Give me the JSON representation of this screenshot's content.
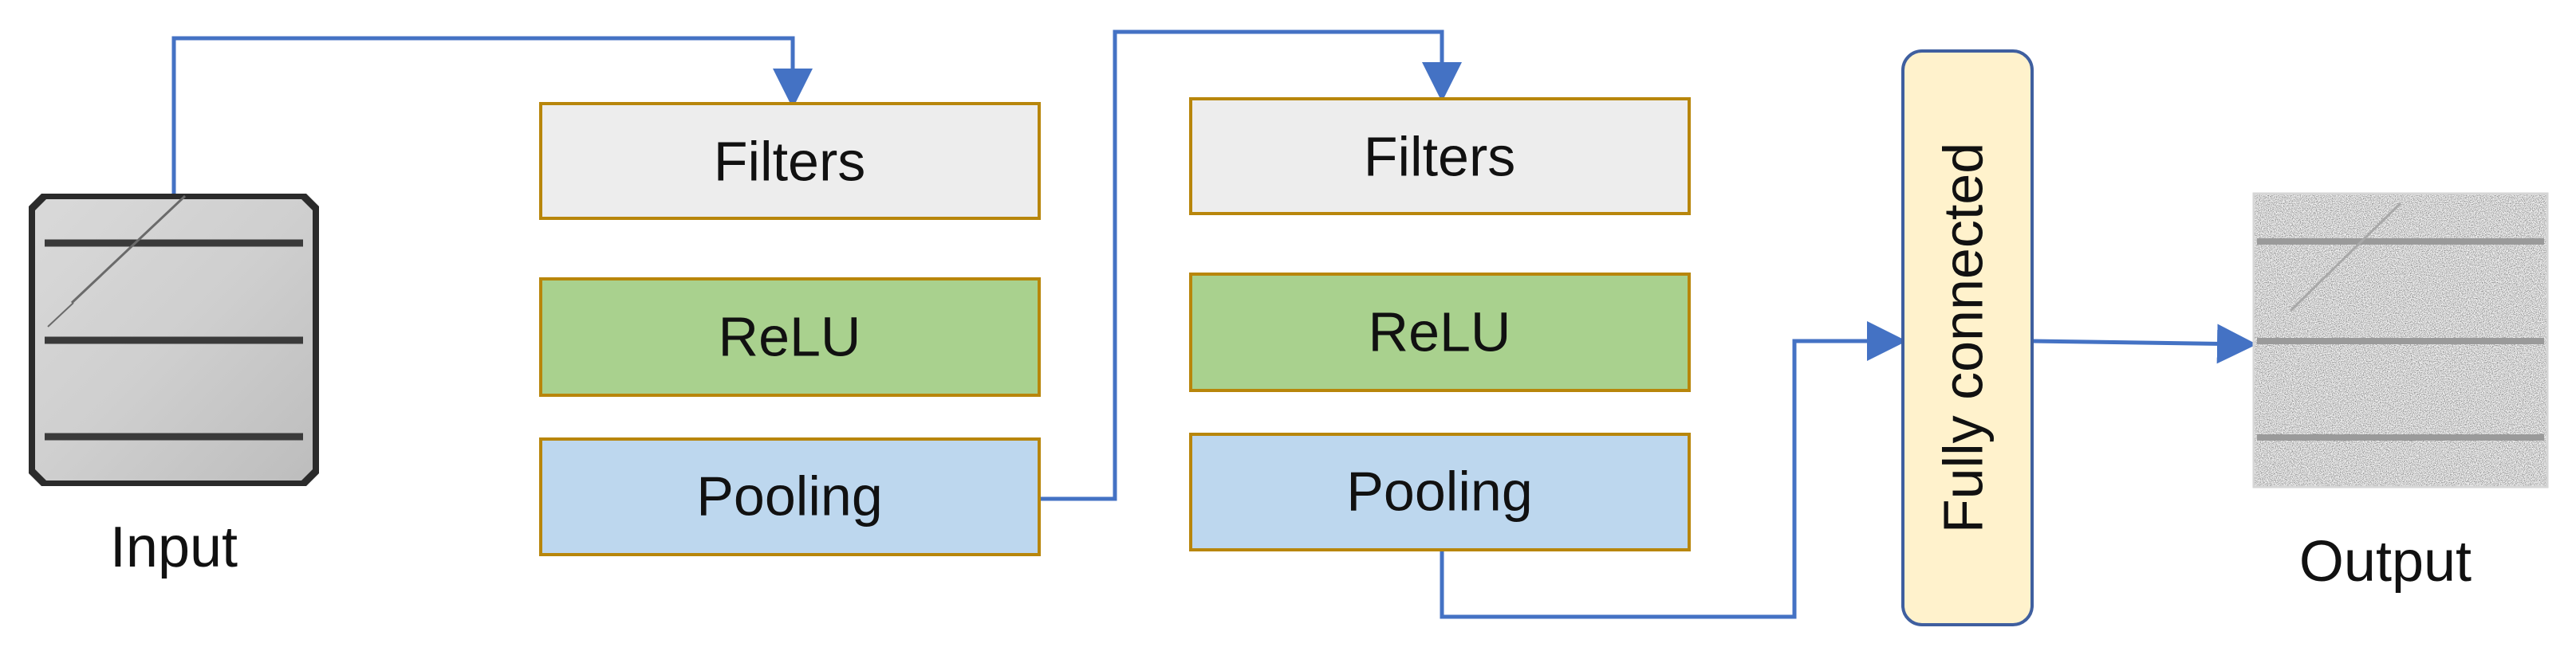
{
  "labels": {
    "input": "Input",
    "output": "Output"
  },
  "stage1": {
    "filters": "Filters",
    "relu": "ReLU",
    "pooling": "Pooling"
  },
  "stage2": {
    "filters": "Filters",
    "relu": "ReLU",
    "pooling": "Pooling"
  },
  "fully_connected": "Fully connected",
  "colors": {
    "connector": "#4472C4",
    "box_border": "#B8860B",
    "filters_fill": "#EDEDED",
    "relu_fill": "#A9D18E",
    "pooling_fill": "#BDD7EE",
    "fc_fill": "#FFF2CC",
    "fc_border": "#3F5F9F",
    "text": "#111111"
  },
  "icons": {
    "input_image": "solar-cell-photo",
    "output_image": "solar-cell-defect-map"
  }
}
